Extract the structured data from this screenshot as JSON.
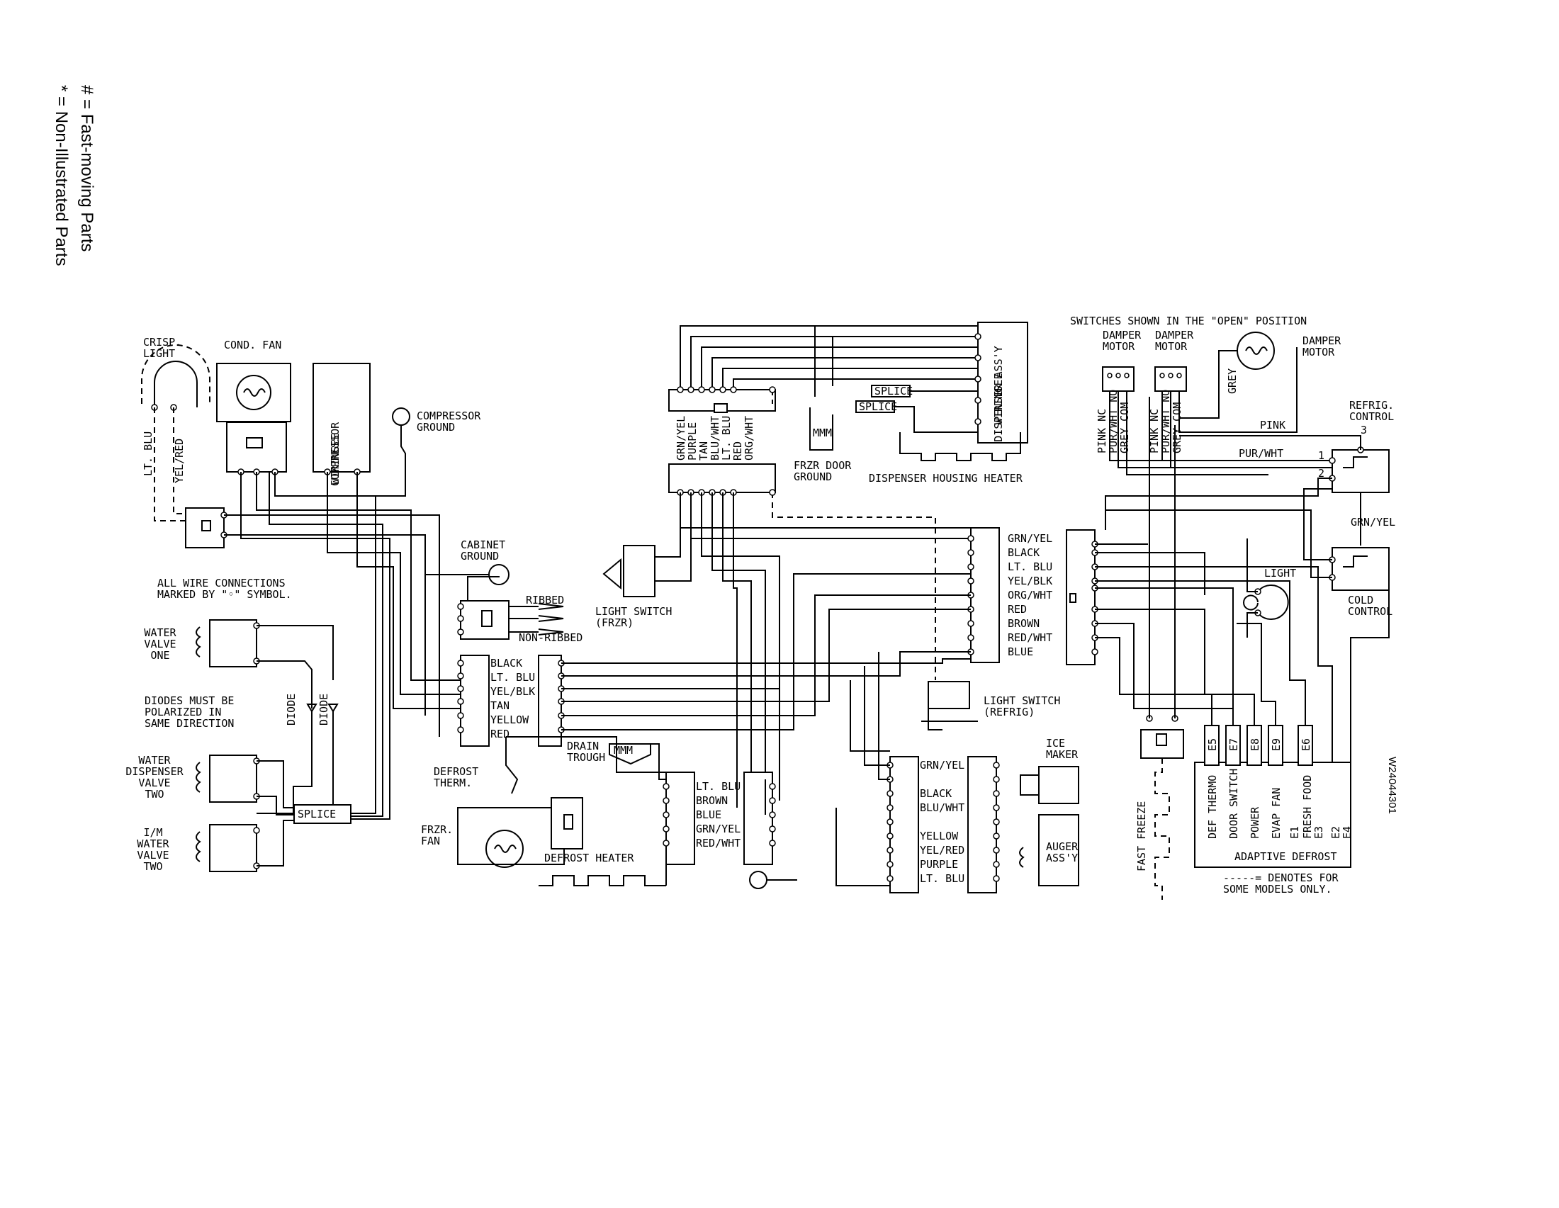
{
  "legend": {
    "fast_moving": "#  =  Fast-moving Parts",
    "non_illustrated": "*  =  Non-Illustrated Parts"
  },
  "part_number": "W24044301",
  "labels": {
    "crisp_light": [
      "CRISP.",
      "LIGHT"
    ],
    "cond_fan": "COND. FAN",
    "see_compressor": [
      "SEE",
      "COMPRESSOR",
      "WIRING"
    ],
    "compressor_ground": [
      "COMPRESSOR",
      "GROUND"
    ],
    "lt_blu": "LT. BLU",
    "yel_red": "YEL/RED",
    "cabinet_ground": [
      "CABINET",
      "GROUND"
    ],
    "all_wire": [
      "ALL WIRE CONNECTIONS",
      "MARKED BY \"◦\" SYMBOL."
    ],
    "ribbed": "RIBBED",
    "non_ribbed": "NON-RIBBED",
    "water_valve_one": [
      "WATER",
      "VALVE",
      "ONE"
    ],
    "diodes_note": [
      "DIODES MUST BE",
      "POLARIZED IN",
      "SAME DIRECTION"
    ],
    "diode": "DIODE",
    "water_dispenser_valve_two": [
      "WATER",
      "DISPENSER",
      "VALVE",
      "TWO"
    ],
    "im_water_valve_two": [
      "I/M",
      "WATER",
      "VALVE",
      "TWO"
    ],
    "splice": "SPLICE",
    "conn_a_wires": [
      "BLACK",
      "LT. BLU",
      "YEL/BLK",
      "TAN",
      "YELLOW",
      "RED"
    ],
    "light_switch_frzr": [
      "LIGHT SWITCH",
      "(FRZR)"
    ],
    "drain_trough": [
      "DRAIN",
      "TROUGH"
    ],
    "defrost_therm": [
      "DEFROST",
      "THERM."
    ],
    "frzr_fan": [
      "FRZR.",
      "FAN"
    ],
    "defrost_heater": "DEFROST HEATER",
    "conn_b_wires": [
      "LT. BLU",
      "BROWN",
      "BLUE",
      "GRN/YEL",
      "RED/WHT"
    ],
    "top_conn_wires": [
      "GRN/YEL",
      "PURPLE",
      "TAN",
      "BLU/WHT",
      "LT. BLU",
      "RED",
      "ORG/WHT"
    ],
    "frzr_door_ground": [
      "FRZR DOOR",
      "GROUND"
    ],
    "dispenser_housing_heater": "DISPENSER HOUSING HEATER",
    "see_dispenser": [
      "SEE",
      "DISPENSER ASS'Y",
      "WIRING"
    ],
    "right_conn_wires": [
      "GRN/YEL",
      "BLACK",
      "LT. BLU",
      "YEL/BLK",
      "ORG/WHT",
      "RED",
      "BROWN",
      "RED/WHT",
      "BLUE"
    ],
    "light_switch_refrig": [
      "LIGHT SWITCH",
      "(REFRIG)"
    ],
    "lower_conn_wires": [
      "GRN/YEL",
      "",
      "BLACK",
      "BLU/WHT",
      "",
      "YELLOW",
      "YEL/RED",
      "PURPLE",
      "LT. BLU"
    ],
    "ice_maker": [
      "ICE",
      "MAKER"
    ],
    "auger": [
      "AUGER",
      "ASS'Y"
    ],
    "switches_note": "SWITCHES SHOWN IN THE \"OPEN\" POSITION",
    "damper_motor": [
      "DAMPER",
      "MOTOR"
    ],
    "damper_wires": [
      "PINK NC",
      "PUR/WHT NO",
      "GREY COM"
    ],
    "grey": "GREY",
    "pink": "PINK",
    "pur_wht": "PUR/WHT",
    "grn_yel": "GRN/YEL",
    "refrig_control": [
      "REFRIG.",
      "CONTROL"
    ],
    "cold_control": [
      "COLD",
      "CONTROL"
    ],
    "light": "LIGHT",
    "fast_freeze": "FAST FREEZE",
    "terminals": [
      "E5",
      "E7",
      "E8",
      "E9",
      "E6"
    ],
    "board_labels": [
      "DEF THERMO",
      "DOOR SWITCH",
      "POWER",
      "EVAP FAN",
      "E1",
      "FRESH FOOD",
      "E3",
      "E2",
      "E4"
    ],
    "adaptive_defrost": "ADAPTIVE DEFROST",
    "denotes": [
      "-----= DENOTES FOR",
      "SOME MODELS ONLY."
    ],
    "num_1": "1",
    "num_2": "2",
    "num_3": "3",
    "mmm": "MMM"
  }
}
